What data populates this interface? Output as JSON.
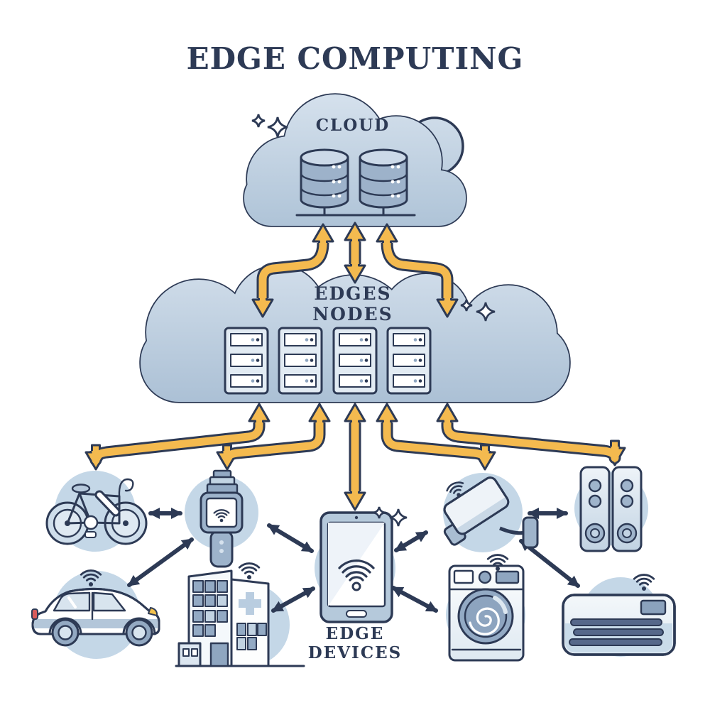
{
  "title": "EDGE COMPUTING",
  "cloud": {
    "label": "CLOUD",
    "database_count": 2
  },
  "edge_nodes": {
    "label_line1": "EDGES",
    "label_line2": "NODES",
    "server_rack_count": 4
  },
  "edge_devices": {
    "label": "EDGE DEVICES",
    "items": [
      "bicycle",
      "smart-watch",
      "tablet",
      "security-camera",
      "speakers",
      "connected-car",
      "hospital-building",
      "washing-machine",
      "air-conditioner"
    ]
  },
  "connections": {
    "yellow_bidirectional": [
      [
        "cloud",
        "edge-nodes"
      ],
      [
        "cloud",
        "edge-nodes"
      ],
      [
        "cloud",
        "edge-nodes"
      ],
      [
        "edge-nodes",
        "bicycle"
      ],
      [
        "edge-nodes",
        "smart-watch"
      ],
      [
        "edge-nodes",
        "tablet"
      ],
      [
        "edge-nodes",
        "security-camera"
      ],
      [
        "edge-nodes",
        "speakers"
      ]
    ],
    "device_bidirectional": [
      [
        "bicycle",
        "smart-watch"
      ],
      [
        "smart-watch",
        "connected-car"
      ],
      [
        "smart-watch",
        "tablet"
      ],
      [
        "hospital-building",
        "tablet"
      ],
      [
        "tablet",
        "security-camera"
      ],
      [
        "tablet",
        "washing-machine"
      ],
      [
        "security-camera",
        "speakers"
      ],
      [
        "security-camera",
        "air-conditioner"
      ]
    ]
  },
  "colors": {
    "outline": "#2d3a55",
    "cloud_fill_top": "#d3dfeb",
    "cloud_fill_bottom": "#adc2d6",
    "arrow_yellow": "#f4ba4f",
    "device_circle": "#c4d7e7",
    "slate": "#93aac4",
    "headlight_yellow": "#f2c14d",
    "taillight_red": "#d95b5b"
  }
}
